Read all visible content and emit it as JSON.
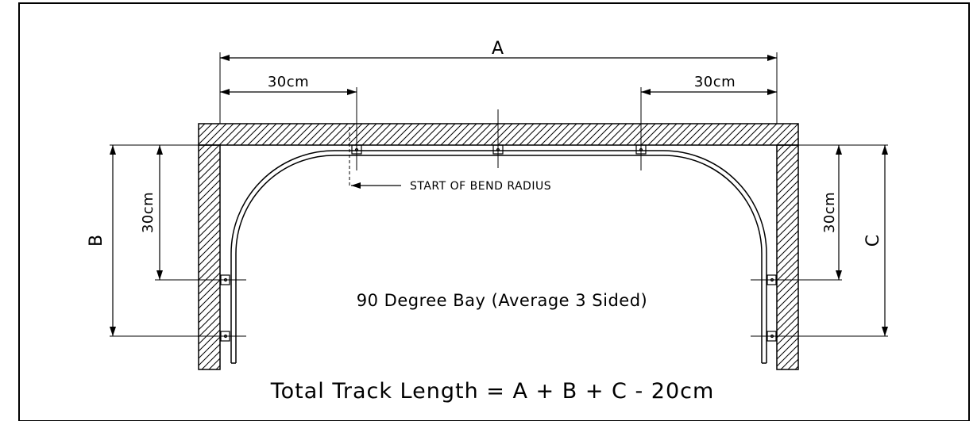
{
  "diagram": {
    "labels": {
      "dim_a": "A",
      "dim_b": "B",
      "dim_c": "C",
      "offset_top_left": "30cm",
      "offset_top_right": "30cm",
      "offset_side_left": "30cm",
      "offset_side_right": "30cm",
      "bend_note": "START OF BEND RADIUS",
      "bay_caption": "90 Degree Bay (Average 3 Sided)",
      "formula": "Total Track Length = A + B + C - 20cm"
    },
    "colors": {
      "line": "#000000",
      "background": "#ffffff"
    }
  }
}
